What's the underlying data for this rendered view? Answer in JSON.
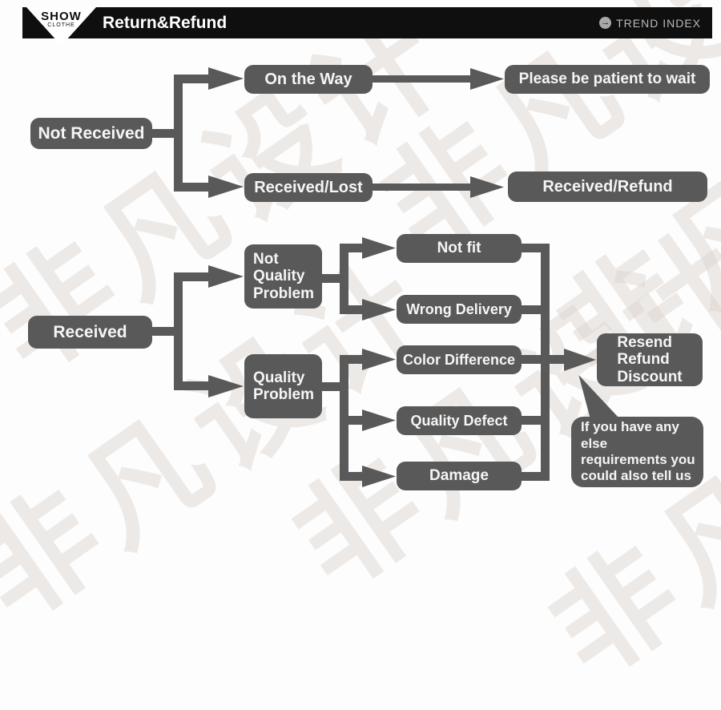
{
  "header": {
    "logo_top": "SHOW",
    "logo_bottom": "CLOTHE",
    "title": "Return&Refund",
    "trend_icon_glyph": "→",
    "trend_label": "TREND INDEX"
  },
  "watermark": "非凡设计",
  "colors": {
    "node": "#595959",
    "node_text": "#f5f5f5",
    "header_bar": "#0f0f0f",
    "watermark": "#ddd7d1"
  },
  "flow_not_received": {
    "root": "Not Received",
    "on_the_way": "On the Way",
    "please_wait": "Please be patient to wait",
    "received_lost": "Received/Lost",
    "received_refund": "Received/Refund"
  },
  "flow_received": {
    "root": "Received",
    "not_quality": [
      "Not",
      "Quality",
      "Problem"
    ],
    "quality": [
      "Quality",
      "Problem"
    ],
    "not_fit": "Not fit",
    "wrong_delivery": "Wrong Delivery",
    "color_difference": "Color Difference",
    "quality_defect": "Quality Defect",
    "damage": "Damage",
    "result": [
      "Resend",
      "Refund",
      "Discount"
    ],
    "note": [
      "If you have any else",
      "requirements you",
      "could also tell us"
    ]
  }
}
